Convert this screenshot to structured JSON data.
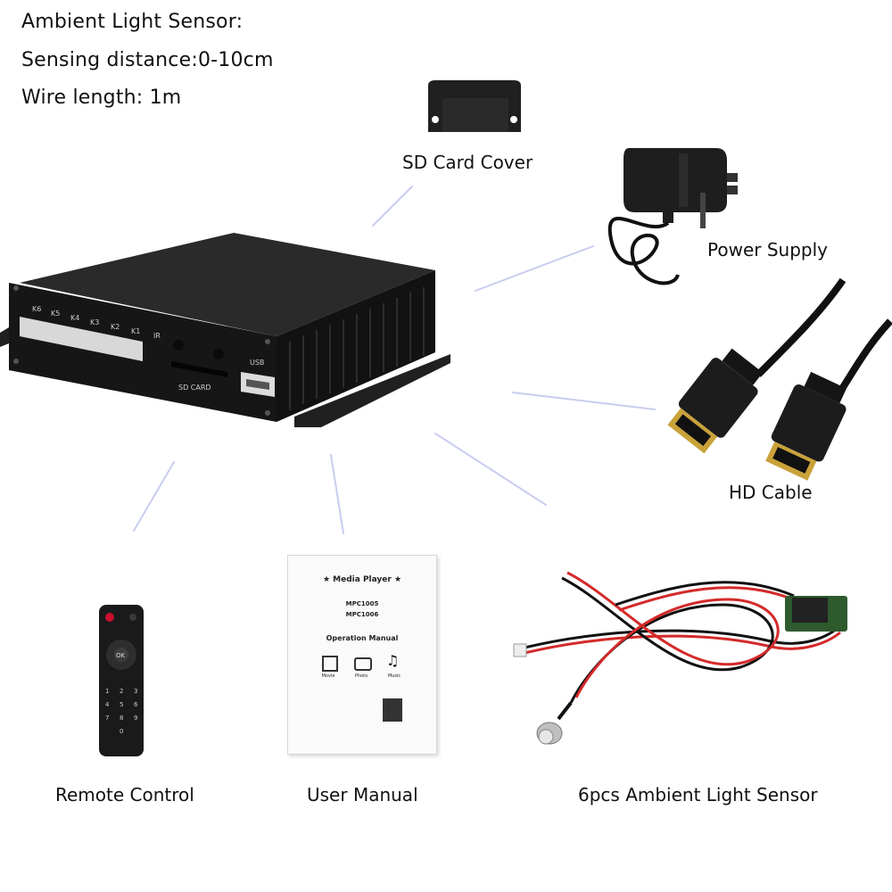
{
  "specs": {
    "title": "Ambient Light Sensor:",
    "sensing": "Sensing distance:0-10cm",
    "wire": "Wire length: 1m"
  },
  "labels": {
    "sd_cover": "SD Card Cover",
    "power_supply": "Power Supply",
    "hd_cable": "HD Cable",
    "remote": "Remote Control",
    "manual": "User Manual",
    "sensor": "6pcs Ambient Light Sensor"
  },
  "device": {
    "buttons": [
      "K6",
      "K5",
      "K4",
      "K3",
      "K2",
      "K1",
      "IR"
    ],
    "sd_card": "SD CARD",
    "usb": "USB"
  },
  "manual_page": {
    "title": "★ Media Player ★",
    "model1": "MPC1005",
    "model2": "MPC1006",
    "subtitle": "Operation Manual",
    "icons": [
      "Movie",
      "Photo",
      "Music"
    ]
  },
  "remote_keys": {
    "ok": "OK",
    "digits": [
      "1",
      "2",
      "3",
      "4",
      "5",
      "6",
      "7",
      "8",
      "9",
      "0"
    ]
  },
  "colors": {
    "device_body": "#1b1b1b",
    "accent_red": "#c8102e",
    "gold": "#c9a23a"
  }
}
